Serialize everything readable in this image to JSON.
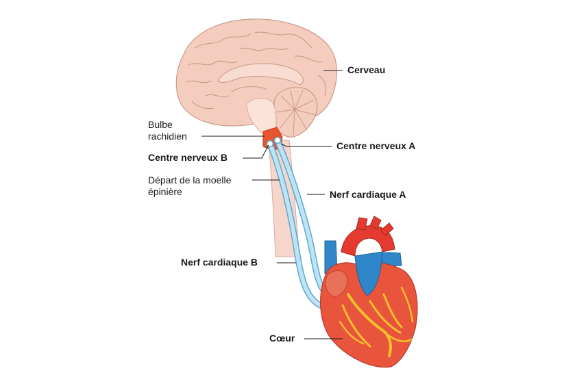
{
  "labels": {
    "cerveau": "Cerveau",
    "bulbe_line1": "Bulbe",
    "bulbe_line2": "rachidien",
    "centre_b": "Centre nerveux B",
    "centre_a": "Centre nerveux A",
    "depart_line1": "Départ de la moelle",
    "depart_line2": "épinière",
    "nerf_a": "Nerf cardiaque A",
    "nerf_b": "Nerf cardiaque B",
    "coeur": "Cœur"
  },
  "colors": {
    "brain": "#f4cdbf",
    "brain_outline": "#c99a8a",
    "spinal_cord": "#f6d6cb",
    "nerve_center": "#e8542b",
    "nerve": "#bfe3f3",
    "nerve_outline": "#5aa9cf",
    "heart": "#e8553c",
    "aorta": "#e53a2f",
    "vein": "#2f86c9",
    "heart_vessels": "#f6c02b"
  }
}
